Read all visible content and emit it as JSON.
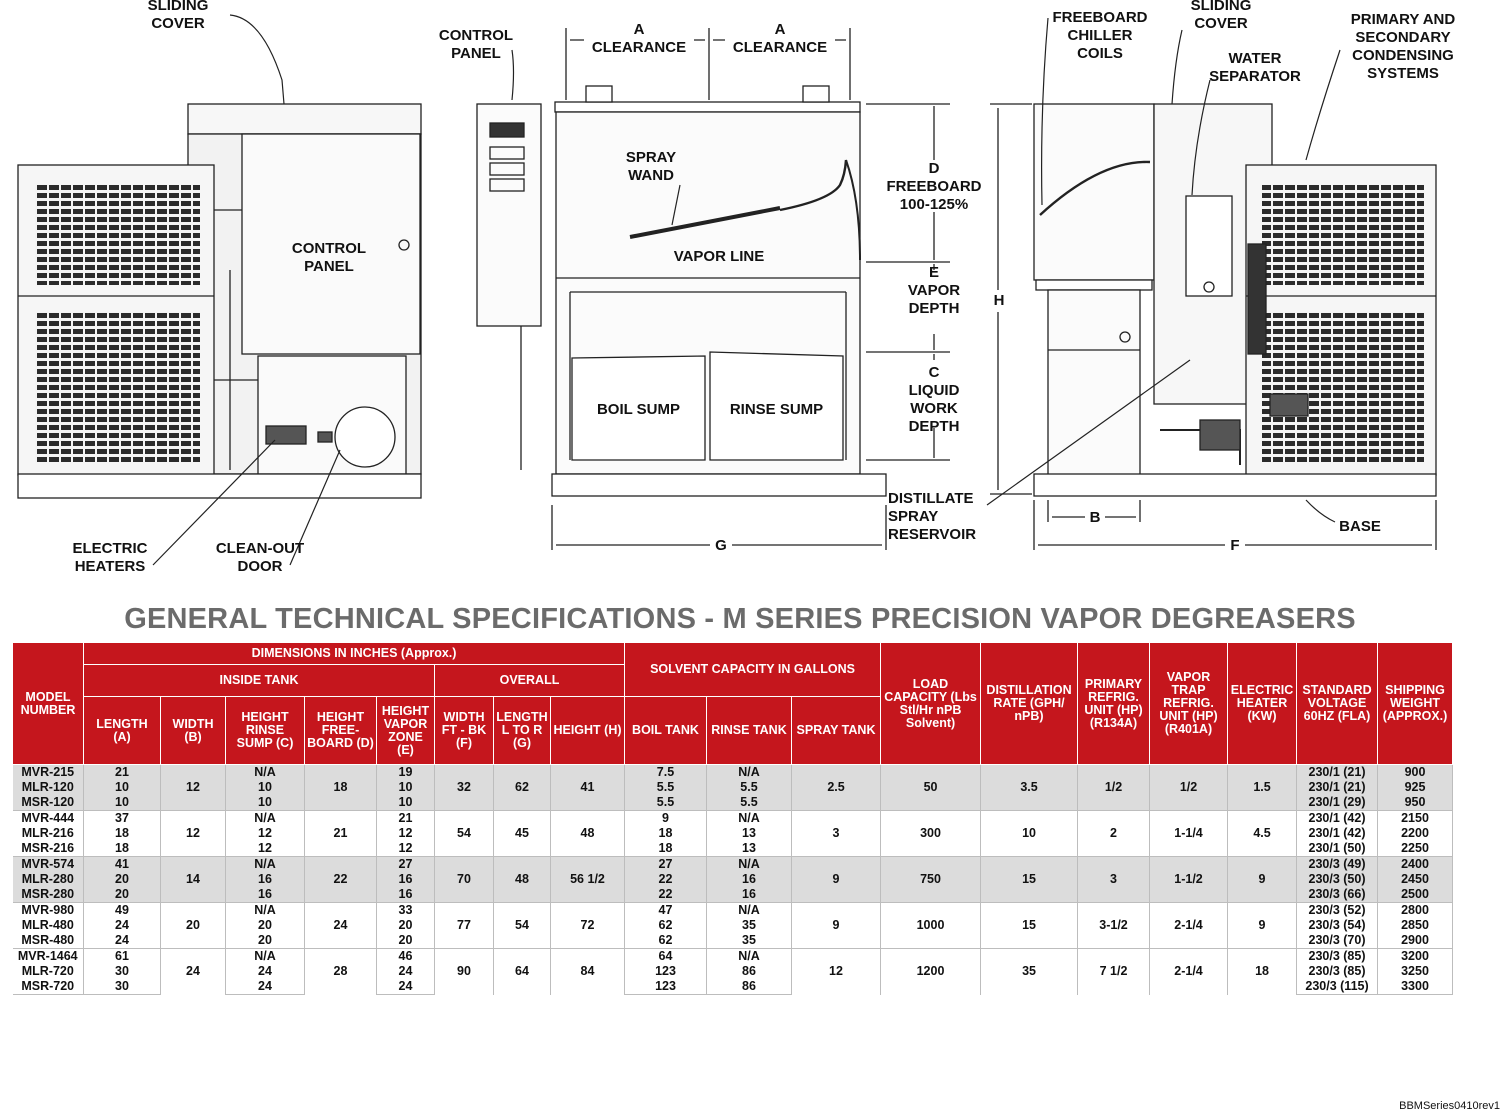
{
  "diagram": {
    "labels": {
      "sliding_cover_left": "SLIDING\nCOVER",
      "control_panel_left": "CONTROL\nPANEL",
      "electric_heaters": "ELECTRIC\nHEATERS",
      "clean_out_door": "CLEAN-OUT\nDOOR",
      "control_panel_mid": "CONTROL\nPANEL",
      "a_clearance_1": "A\nCLEARANCE",
      "a_clearance_2": "A\nCLEARANCE",
      "spray_wand": "SPRAY\nWAND",
      "vapor_line": "VAPOR LINE",
      "boil_sump": "BOIL SUMP",
      "rinse_sump": "RINSE SUMP",
      "freeboard": "D\nFREEBOARD\n100-125%",
      "vapor_depth": "E\nVAPOR\nDEPTH",
      "liquid_work_depth": "C\nLIQUID\nWORK\nDEPTH",
      "g": "G",
      "freeboard_chiller": "FREEBOARD\nCHILLER\nCOILS",
      "sliding_cover_right": "SLIDING\nCOVER",
      "water_separator": "WATER\nSEPARATOR",
      "condensing": "PRIMARY AND\nSECONDARY\nCONDENSING\nSYSTEMS",
      "h": "H",
      "distillate": "DISTILLATE\nSPRAY\nRESERVOIR",
      "b": "B",
      "f": "F",
      "base": "BASE"
    }
  },
  "title": "GENERAL TECHNICAL SPECIFICATIONS - M SERIES PRECISION VAPOR DEGREASERS",
  "table": {
    "headers": {
      "model_number": "MODEL NUMBER",
      "dimensions": "DIMENSIONS IN INCHES (Approx.)",
      "inside_tank": "INSIDE TANK",
      "overall": "OVERALL",
      "solvent_capacity": "SOLVENT CAPACITY IN GALLONS",
      "load_capacity": "LOAD CAPACITY (Lbs Stl/Hr nPB Solvent)",
      "distillation": "DISTILLATION RATE (GPH/ nPB)",
      "primary_refrig": "PRIMARY REFRIG. UNIT (HP) (R134A)",
      "vapor_trap": "VAPOR TRAP REFRIG. UNIT (HP) (R401A)",
      "electric_heater": "ELECTRIC HEATER (KW)",
      "standard_voltage": "STANDARD VOLTAGE 60HZ (FLA)",
      "shipping_weight": "SHIPPING WEIGHT (APPROX.)",
      "length_a": "LENGTH (A)",
      "width_b": "WIDTH (B)",
      "height_rinse_sump": "HEIGHT RINSE SUMP (C)",
      "height_freeboard": "HEIGHT FREE- BOARD (D)",
      "height_vapor_zone": "HEIGHT VAPOR ZONE (E)",
      "width_ft_bk": "WIDTH FT - BK (F)",
      "length_l_to_r": "LENGTH L TO R (G)",
      "height_h": "HEIGHT (H)",
      "boil_tank": "BOIL TANK",
      "rinse_tank": "RINSE TANK",
      "spray_tank": "SPRAY TANK"
    },
    "groups": [
      {
        "width_b": "12",
        "height_freeboard": "18",
        "width_ft_bk": "32",
        "length_l_to_r": "62",
        "height_h": "41",
        "spray_tank": "2.5",
        "load_capacity": "50",
        "distillation": "3.5",
        "primary_refrig": "1/2",
        "vapor_trap": "1/2",
        "electric_heater": "1.5",
        "rows": [
          {
            "model": "MVR-215",
            "length_a": "21",
            "height_rinse_sump": "N/A",
            "height_vapor_zone": "19",
            "boil_tank": "7.5",
            "rinse_tank": "N/A",
            "voltage": "230/1 (21)",
            "weight": "900"
          },
          {
            "model": "MLR-120",
            "length_a": "10",
            "height_rinse_sump": "10",
            "height_vapor_zone": "10",
            "boil_tank": "5.5",
            "rinse_tank": "5.5",
            "voltage": "230/1 (21)",
            "weight": "925"
          },
          {
            "model": "MSR-120",
            "length_a": "10",
            "height_rinse_sump": "10",
            "height_vapor_zone": "10",
            "boil_tank": "5.5",
            "rinse_tank": "5.5",
            "voltage": "230/1 (29)",
            "weight": "950"
          }
        ]
      },
      {
        "width_b": "12",
        "height_freeboard": "21",
        "width_ft_bk": "54",
        "length_l_to_r": "45",
        "height_h": "48",
        "spray_tank": "3",
        "load_capacity": "300",
        "distillation": "10",
        "primary_refrig": "2",
        "vapor_trap": "1-1/4",
        "electric_heater": "4.5",
        "rows": [
          {
            "model": "MVR-444",
            "length_a": "37",
            "height_rinse_sump": "N/A",
            "height_vapor_zone": "21",
            "boil_tank": "9",
            "rinse_tank": "N/A",
            "voltage": "230/1 (42)",
            "weight": "2150"
          },
          {
            "model": "MLR-216",
            "length_a": "18",
            "height_rinse_sump": "12",
            "height_vapor_zone": "12",
            "boil_tank": "18",
            "rinse_tank": "13",
            "voltage": "230/1 (42)",
            "weight": "2200"
          },
          {
            "model": "MSR-216",
            "length_a": "18",
            "height_rinse_sump": "12",
            "height_vapor_zone": "12",
            "boil_tank": "18",
            "rinse_tank": "13",
            "voltage": "230/1 (50)",
            "weight": "2250"
          }
        ]
      },
      {
        "width_b": "14",
        "height_freeboard": "22",
        "width_ft_bk": "70",
        "length_l_to_r": "48",
        "height_h": "56 1/2",
        "spray_tank": "9",
        "load_capacity": "750",
        "distillation": "15",
        "primary_refrig": "3",
        "vapor_trap": "1-1/2",
        "electric_heater": "9",
        "rows": [
          {
            "model": "MVR-574",
            "length_a": "41",
            "height_rinse_sump": "N/A",
            "height_vapor_zone": "27",
            "boil_tank": "27",
            "rinse_tank": "N/A",
            "voltage": "230/3 (49)",
            "weight": "2400"
          },
          {
            "model": "MLR-280",
            "length_a": "20",
            "height_rinse_sump": "16",
            "height_vapor_zone": "16",
            "boil_tank": "22",
            "rinse_tank": "16",
            "voltage": "230/3 (50)",
            "weight": "2450"
          },
          {
            "model": "MSR-280",
            "length_a": "20",
            "height_rinse_sump": "16",
            "height_vapor_zone": "16",
            "boil_tank": "22",
            "rinse_tank": "16",
            "voltage": "230/3 (66)",
            "weight": "2500"
          }
        ]
      },
      {
        "width_b": "20",
        "height_freeboard": "24",
        "width_ft_bk": "77",
        "length_l_to_r": "54",
        "height_h": "72",
        "spray_tank": "9",
        "load_capacity": "1000",
        "distillation": "15",
        "primary_refrig": "3-1/2",
        "vapor_trap": "2-1/4",
        "electric_heater": "9",
        "rows": [
          {
            "model": "MVR-980",
            "length_a": "49",
            "height_rinse_sump": "N/A",
            "height_vapor_zone": "33",
            "boil_tank": "47",
            "rinse_tank": "N/A",
            "voltage": "230/3 (52)",
            "weight": "2800"
          },
          {
            "model": "MLR-480",
            "length_a": "24",
            "height_rinse_sump": "20",
            "height_vapor_zone": "20",
            "boil_tank": "62",
            "rinse_tank": "35",
            "voltage": "230/3 (54)",
            "weight": "2850"
          },
          {
            "model": "MSR-480",
            "length_a": "24",
            "height_rinse_sump": "20",
            "height_vapor_zone": "20",
            "boil_tank": "62",
            "rinse_tank": "35",
            "voltage": "230/3 (70)",
            "weight": "2900"
          }
        ]
      },
      {
        "width_b": "24",
        "height_freeboard": "28",
        "width_ft_bk": "90",
        "length_l_to_r": "64",
        "height_h": "84",
        "spray_tank": "12",
        "load_capacity": "1200",
        "distillation": "35",
        "primary_refrig": "7 1/2",
        "vapor_trap": "2-1/4",
        "electric_heater": "18",
        "rows": [
          {
            "model": "MVR-1464",
            "length_a": "61",
            "height_rinse_sump": "N/A",
            "height_vapor_zone": "46",
            "boil_tank": "64",
            "rinse_tank": "N/A",
            "voltage": "230/3 (85)",
            "weight": "3200"
          },
          {
            "model": "MLR-720",
            "length_a": "30",
            "height_rinse_sump": "24",
            "height_vapor_zone": "24",
            "boil_tank": "123",
            "rinse_tank": "86",
            "voltage": "230/3 (85)",
            "weight": "3250"
          },
          {
            "model": "MSR-720",
            "length_a": "30",
            "height_rinse_sump": "24",
            "height_vapor_zone": "24",
            "boil_tank": "123",
            "rinse_tank": "86",
            "voltage": "230/3 (115)",
            "weight": "3300"
          }
        ]
      }
    ]
  },
  "footer": "BBMSeries0410rev1",
  "colors": {
    "header_red": "#c5161d",
    "title_gray": "#6b6b6b",
    "row_gray": "#dcdcdc"
  }
}
